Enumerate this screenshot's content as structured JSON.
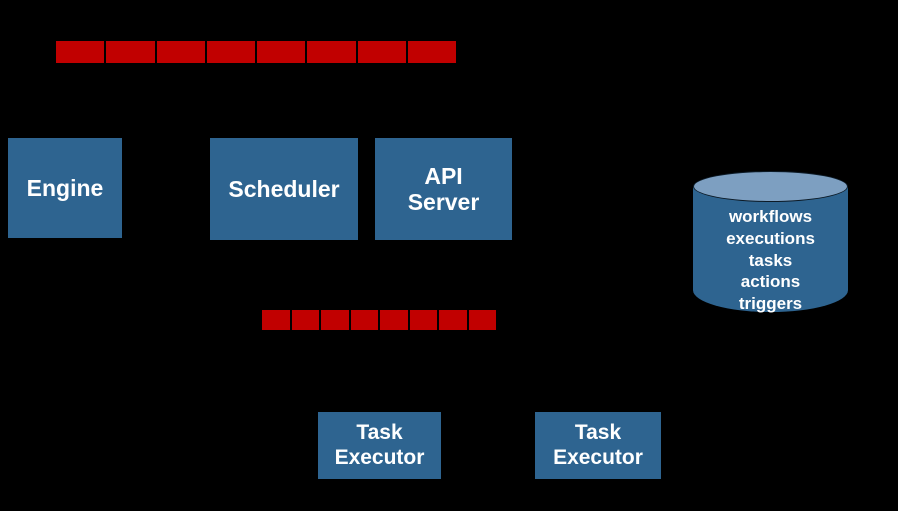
{
  "diagram": {
    "background_color": "#000000",
    "accent_blue": "#2E6490",
    "accent_blue_light": "#7D9FC1",
    "accent_red": "#C10000",
    "text_color": "#FFFFFF"
  },
  "buses": {
    "top": {
      "name": "message-bus-top",
      "segment_count": 8,
      "color": "#C10000"
    },
    "bottom": {
      "name": "message-bus-bottom",
      "segment_count": 8,
      "color": "#C10000"
    }
  },
  "components": {
    "engine": {
      "label": "Engine"
    },
    "scheduler": {
      "label": "Scheduler"
    },
    "api_server": {
      "label": "API\nServer",
      "line1": "API",
      "line2": "Server"
    },
    "task_executor_1": {
      "line1": "Task",
      "line2": "Executor"
    },
    "task_executor_2": {
      "line1": "Task",
      "line2": "Executor"
    }
  },
  "database": {
    "name": "database-cylinder",
    "tables": [
      "workflows",
      "executions",
      "tasks",
      "actions",
      "triggers"
    ]
  }
}
